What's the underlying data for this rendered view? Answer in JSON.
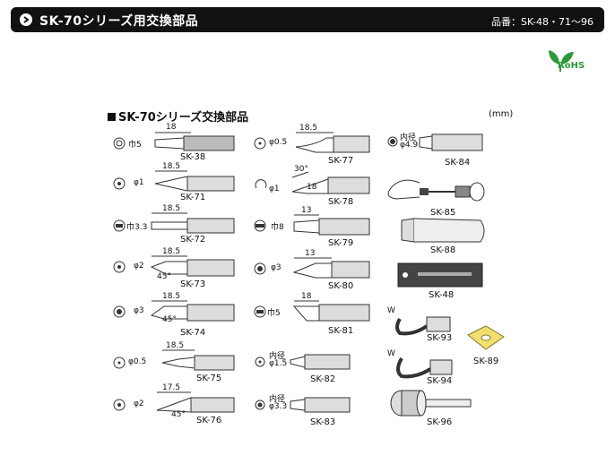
{
  "header": {
    "title": "SK-70シリーズ用交換部品",
    "part_numbers": "品番：SK-48・71〜96"
  },
  "badge": {
    "label": "RoHS",
    "icon": "leaf-icon",
    "color": "#2c9a3a"
  },
  "diagram": {
    "title": "SK-70シリーズ交換部品",
    "unit": "(mm)",
    "parts": {
      "sk38": {
        "code": "SK-38",
        "dim": "18",
        "spec": "巾5"
      },
      "sk71": {
        "code": "SK-71",
        "dim": "18.5",
        "spec": "φ1"
      },
      "sk72": {
        "code": "SK-72",
        "dim": "18.5",
        "spec": "巾3.3"
      },
      "sk73": {
        "code": "SK-73",
        "dim": "18.5",
        "spec": "φ2",
        "angle": "45°"
      },
      "sk74": {
        "code": "SK-74",
        "dim": "18.5",
        "spec": "φ3",
        "angle": "45°"
      },
      "sk75": {
        "code": "SK-75",
        "dim": "18.5",
        "spec": "φ0.5"
      },
      "sk76": {
        "code": "SK-76",
        "dim": "17.5",
        "spec": "φ2",
        "angle": "45°"
      },
      "sk77": {
        "code": "SK-77",
        "dim": "18.5",
        "spec": "φ0.5"
      },
      "sk78": {
        "code": "SK-78",
        "dim": "18",
        "spec": "φ1",
        "angle": "30°"
      },
      "sk79": {
        "code": "SK-79",
        "dim": "13",
        "spec": "巾8"
      },
      "sk80": {
        "code": "SK-80",
        "dim": "13",
        "spec": "φ3"
      },
      "sk81": {
        "code": "SK-81",
        "dim": "18",
        "spec": "巾5"
      },
      "sk82": {
        "code": "SK-82",
        "spec_top": "内径",
        "spec": "φ1.5"
      },
      "sk83": {
        "code": "SK-83",
        "spec_top": "内径",
        "spec": "φ3.3"
      },
      "sk84": {
        "code": "SK-84",
        "spec_top": "内径",
        "spec": "φ4.9"
      },
      "sk85": {
        "code": "SK-85"
      },
      "sk88": {
        "code": "SK-88"
      },
      "sk48": {
        "code": "SK-48"
      },
      "sk93": {
        "code": "SK-93",
        "spec": "W"
      },
      "sk94": {
        "code": "SK-94",
        "spec": "W"
      },
      "sk89": {
        "code": "SK-89"
      },
      "sk96": {
        "code": "SK-96"
      }
    }
  }
}
